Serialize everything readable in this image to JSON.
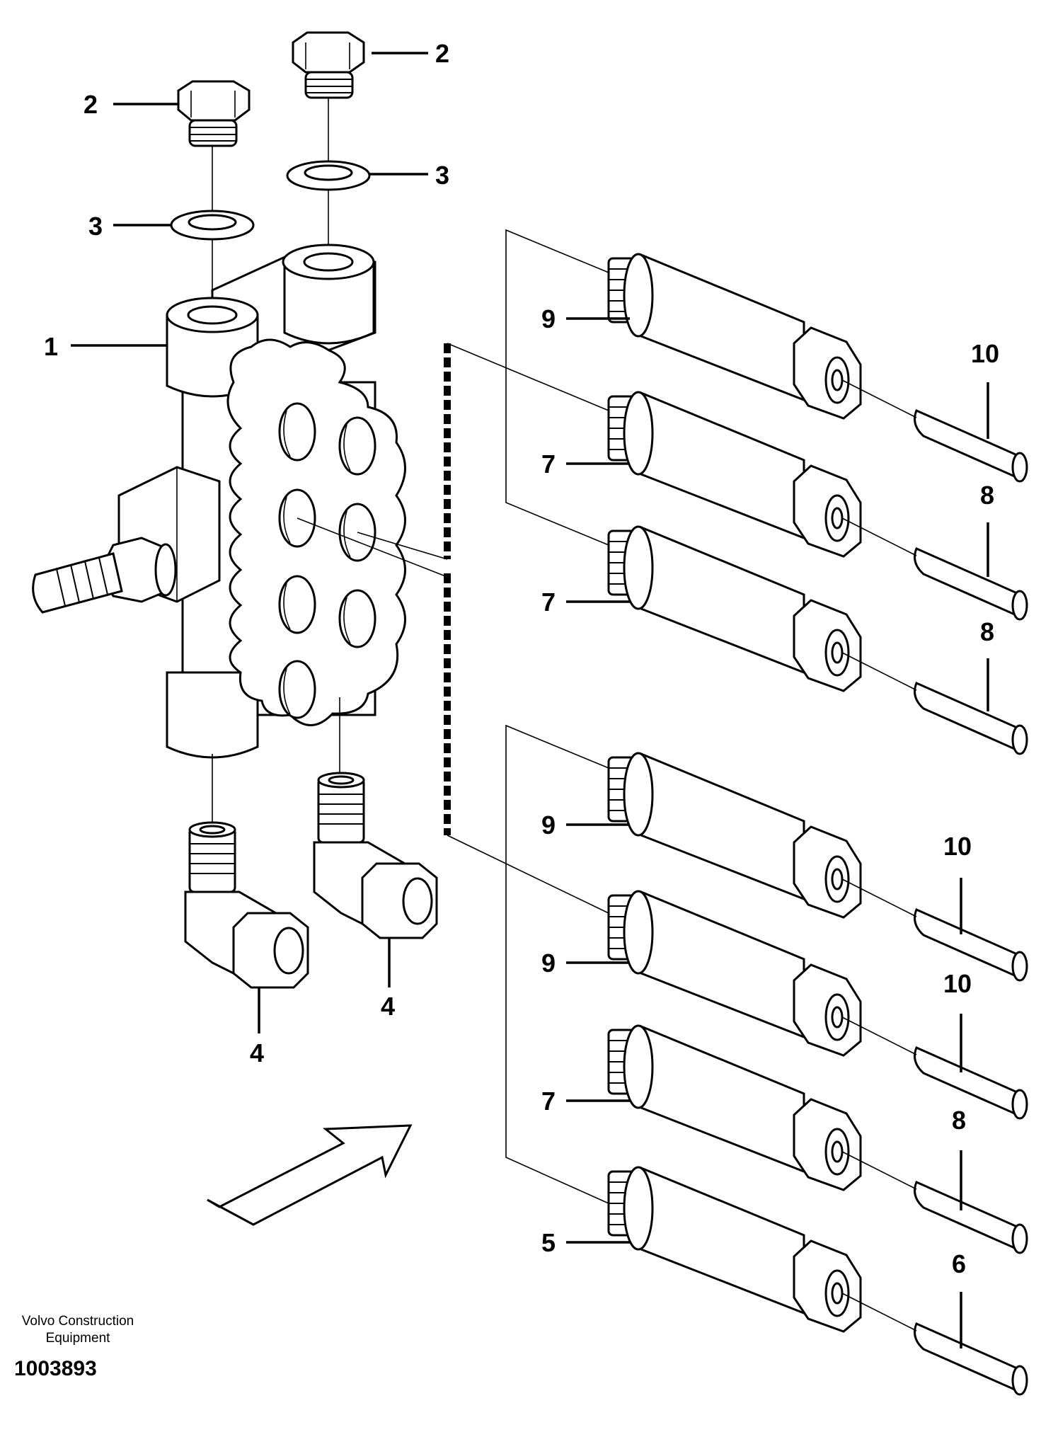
{
  "callouts": {
    "plug_left": "2",
    "plug_right": "2",
    "washer_left": "3",
    "washer_right": "3",
    "valve_block": "1",
    "elbow_left": "4",
    "elbow_right": "4",
    "upper_group": [
      {
        "valve": "9",
        "tube": "10"
      },
      {
        "valve": "7",
        "tube": "8"
      },
      {
        "valve": "7",
        "tube": "8"
      }
    ],
    "lower_group": [
      {
        "valve": "9",
        "tube": "10"
      },
      {
        "valve": "9",
        "tube": "10"
      },
      {
        "valve": "7",
        "tube": "8"
      },
      {
        "valve": "5",
        "tube": "6"
      }
    ]
  },
  "footer": {
    "brand_line1": "Volvo Construction",
    "brand_line2": "Equipment",
    "document_number": "1003893"
  }
}
